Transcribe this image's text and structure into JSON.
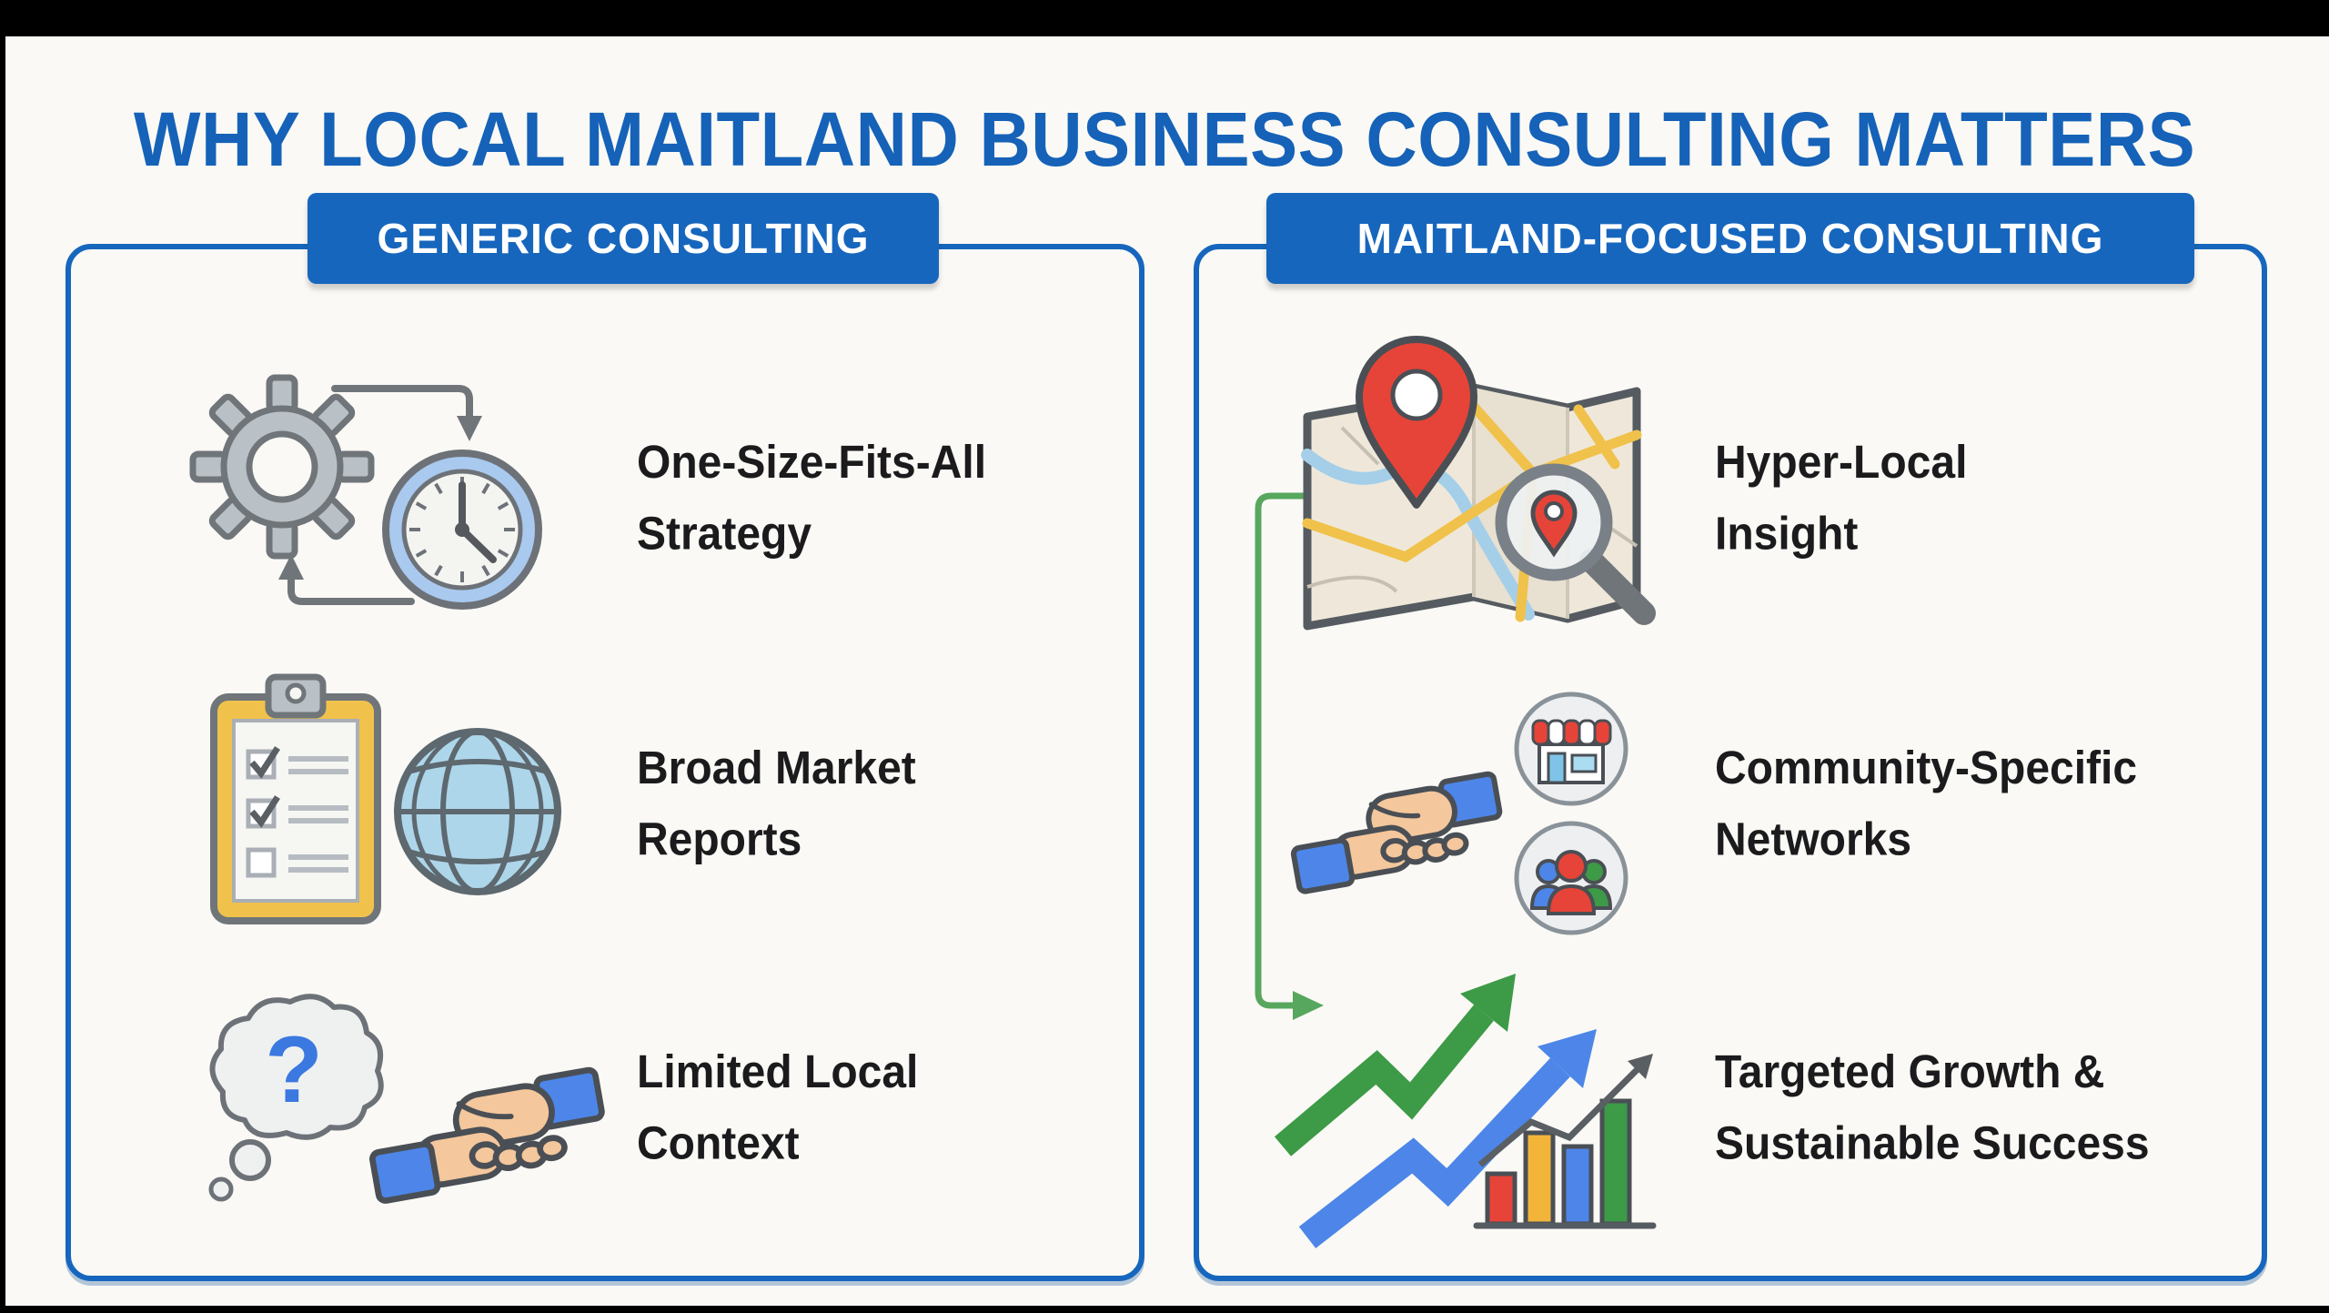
{
  "page": {
    "title": "WHY LOCAL MAITLAND BUSINESS CONSULTING MATTERS",
    "colors": {
      "accent_blue": "#1766bd",
      "title_blue": "#1562b8",
      "text_dark": "#1b1b1d",
      "background": "#faf9f5",
      "letterbox_black": "#000000",
      "green_connector": "#57a75e",
      "pin_red": "#e64438",
      "growth_green": "#3d9a47",
      "growth_blue": "#4d86e8",
      "clipboard_yellow": "#f0c24b"
    }
  },
  "left_panel": {
    "header": "GENERIC CONSULTING",
    "rows": [
      {
        "line1": "One-Size-Fits-All",
        "line2": "Strategy",
        "icons": [
          "gear-icon",
          "clock-icon",
          "cycle-arrows-icon"
        ]
      },
      {
        "line1": "Broad Market",
        "line2": "Reports",
        "icons": [
          "clipboard-checklist-icon",
          "globe-icon"
        ]
      },
      {
        "line1": "Limited Local",
        "line2": "Context",
        "icons": [
          "question-thought-bubble-icon",
          "handshake-icon"
        ]
      }
    ]
  },
  "right_panel": {
    "header": "MAITLAND-FOCUSED CONSULTING",
    "rows": [
      {
        "line1": "Hyper-Local",
        "line2": "Insight",
        "icons": [
          "map-icon",
          "location-pin-icon",
          "magnifier-pin-icon"
        ]
      },
      {
        "line1": "Community-Specific",
        "line2": "Networks",
        "icons": [
          "handshake-icon",
          "storefront-badge-icon",
          "people-group-badge-icon"
        ]
      },
      {
        "line1": "Targeted Growth &",
        "line2": "Sustainable Success",
        "icons": [
          "growth-zigzag-arrows-icon",
          "bar-chart-icon",
          "trend-arrow-icon",
          "green-connector-arrow-icon"
        ]
      }
    ]
  }
}
